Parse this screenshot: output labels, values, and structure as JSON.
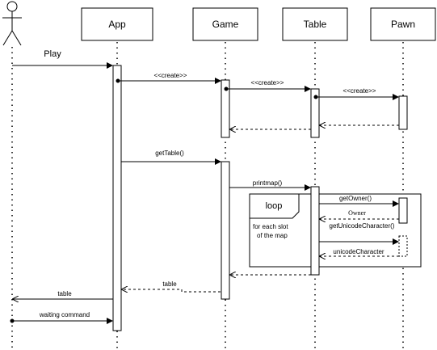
{
  "participants": {
    "app": "App",
    "game": "Game",
    "table": "Table",
    "pawn": "Pawn"
  },
  "messages": {
    "play": "Play",
    "create_game": "<<create>>",
    "create_table": "<<create>>",
    "create_pawn": "<<create>>",
    "get_table": "getTable()",
    "printmap": "printmap()",
    "get_owner": "getOwner()",
    "owner": "Owner",
    "get_unicode": "getUnicodeCharacter()",
    "unicode_character": "unicodeCharacter",
    "table_return": "table",
    "table_to_actor": "table",
    "waiting_command": "waiting command"
  },
  "loop": {
    "title": "loop",
    "condition_line1": "for each slot",
    "condition_line2": "of the map"
  }
}
